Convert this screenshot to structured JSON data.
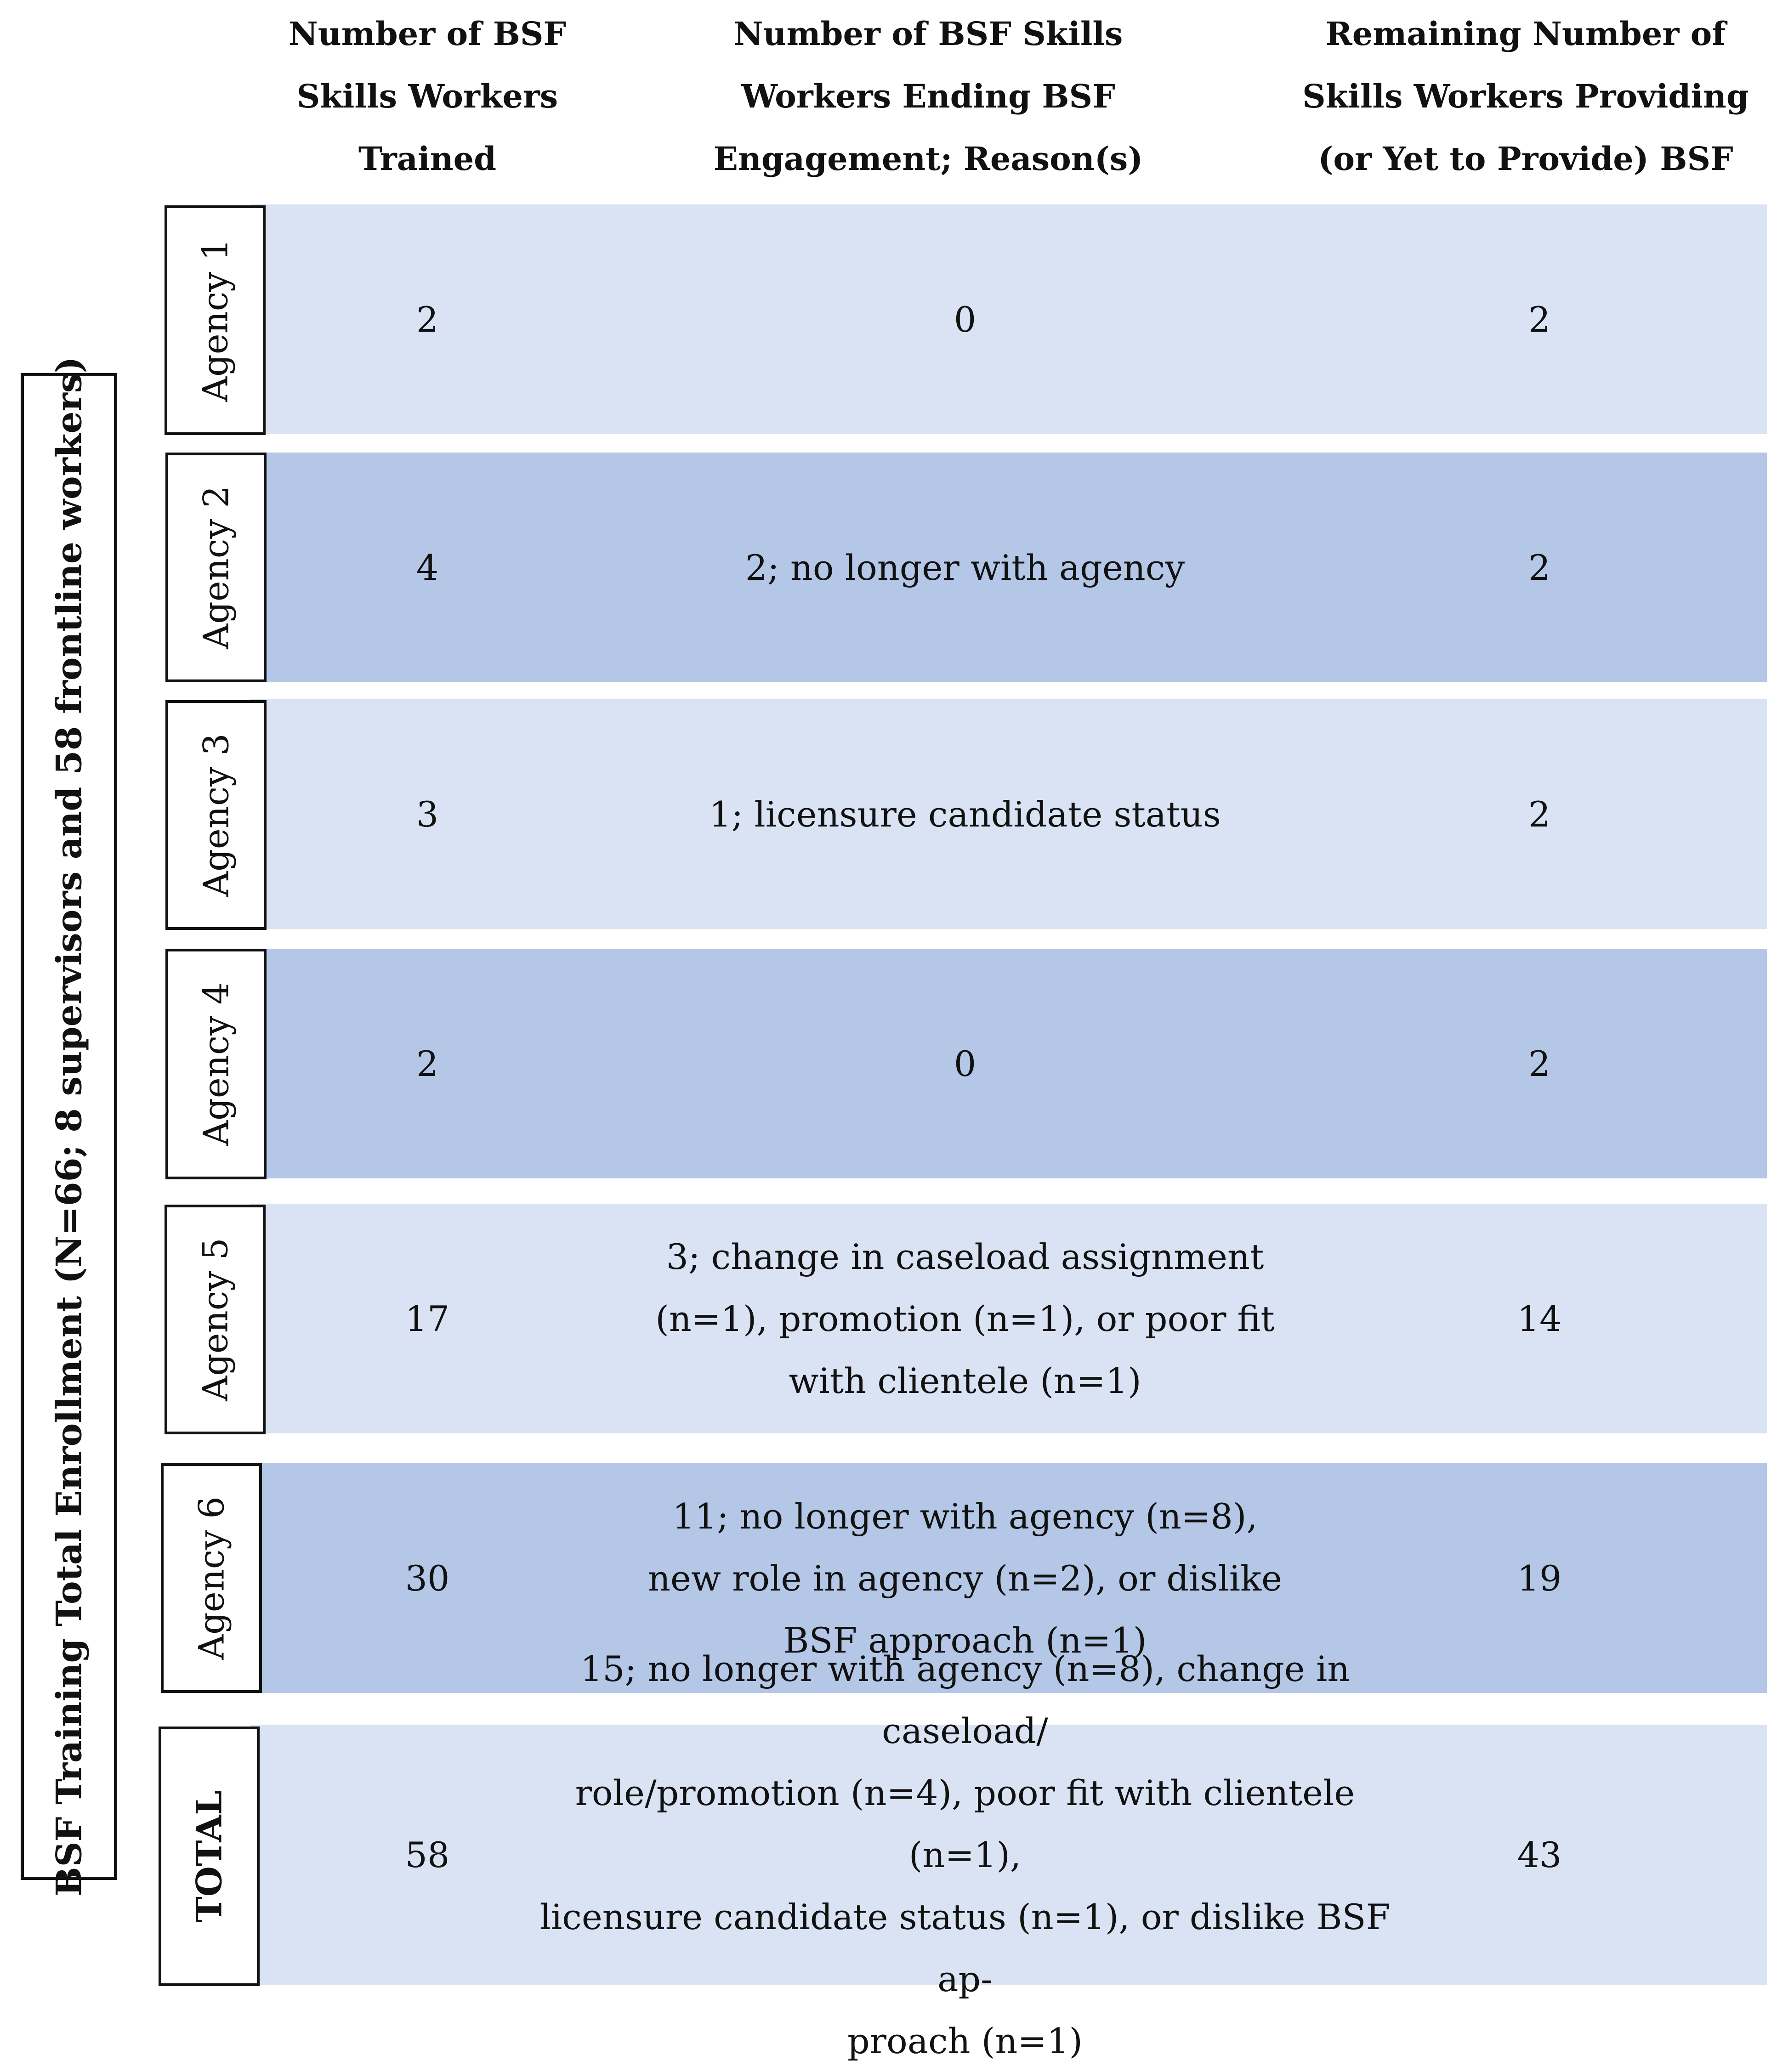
{
  "header": {
    "col1": "Number of BSF\nSkills Workers\nTrained",
    "col2": "Number of BSF Skills\nWorkers Ending BSF\nEngagement; Reason(s)",
    "col3": "Remaining Number of\nSkills Workers Providing\n(or Yet to Provide) BSF"
  },
  "side_label": "BSF Training Total Enrollment (N=66; 8 supervisors and 58 frontline workers)",
  "rows": [
    {
      "label": "Agency 1",
      "trained": "2",
      "ending": "0",
      "remaining": "2"
    },
    {
      "label": "Agency 2",
      "trained": "4",
      "ending": "2; no longer with agency",
      "remaining": "2"
    },
    {
      "label": "Agency 3",
      "trained": "3",
      "ending": "1; licensure candidate status",
      "remaining": "2"
    },
    {
      "label": "Agency 4",
      "trained": "2",
      "ending": "0",
      "remaining": "2"
    },
    {
      "label": "Agency 5",
      "trained": "17",
      "ending": "3; change in caseload assignment\n(n=1), promotion (n=1), or poor fit\nwith clientele (n=1)",
      "remaining": "14"
    },
    {
      "label": "Agency 6",
      "trained": "30",
      "ending": "11; no longer with agency (n=8),\nnew role in agency (n=2), or dislike\nBSF approach (n=1)",
      "remaining": "19"
    },
    {
      "label": "TOTAL",
      "trained": "58",
      "ending": "15; no longer with agency (n=8), change in caseload/\nrole/promotion (n=4), poor fit with clientele (n=1),\nlicensure candidate status (n=1), or dislike BSF ap-\nproach (n=1)",
      "remaining": "43"
    }
  ],
  "colors": {
    "light_band": "#dae3f3",
    "dark_band": "#b4c7e7"
  }
}
